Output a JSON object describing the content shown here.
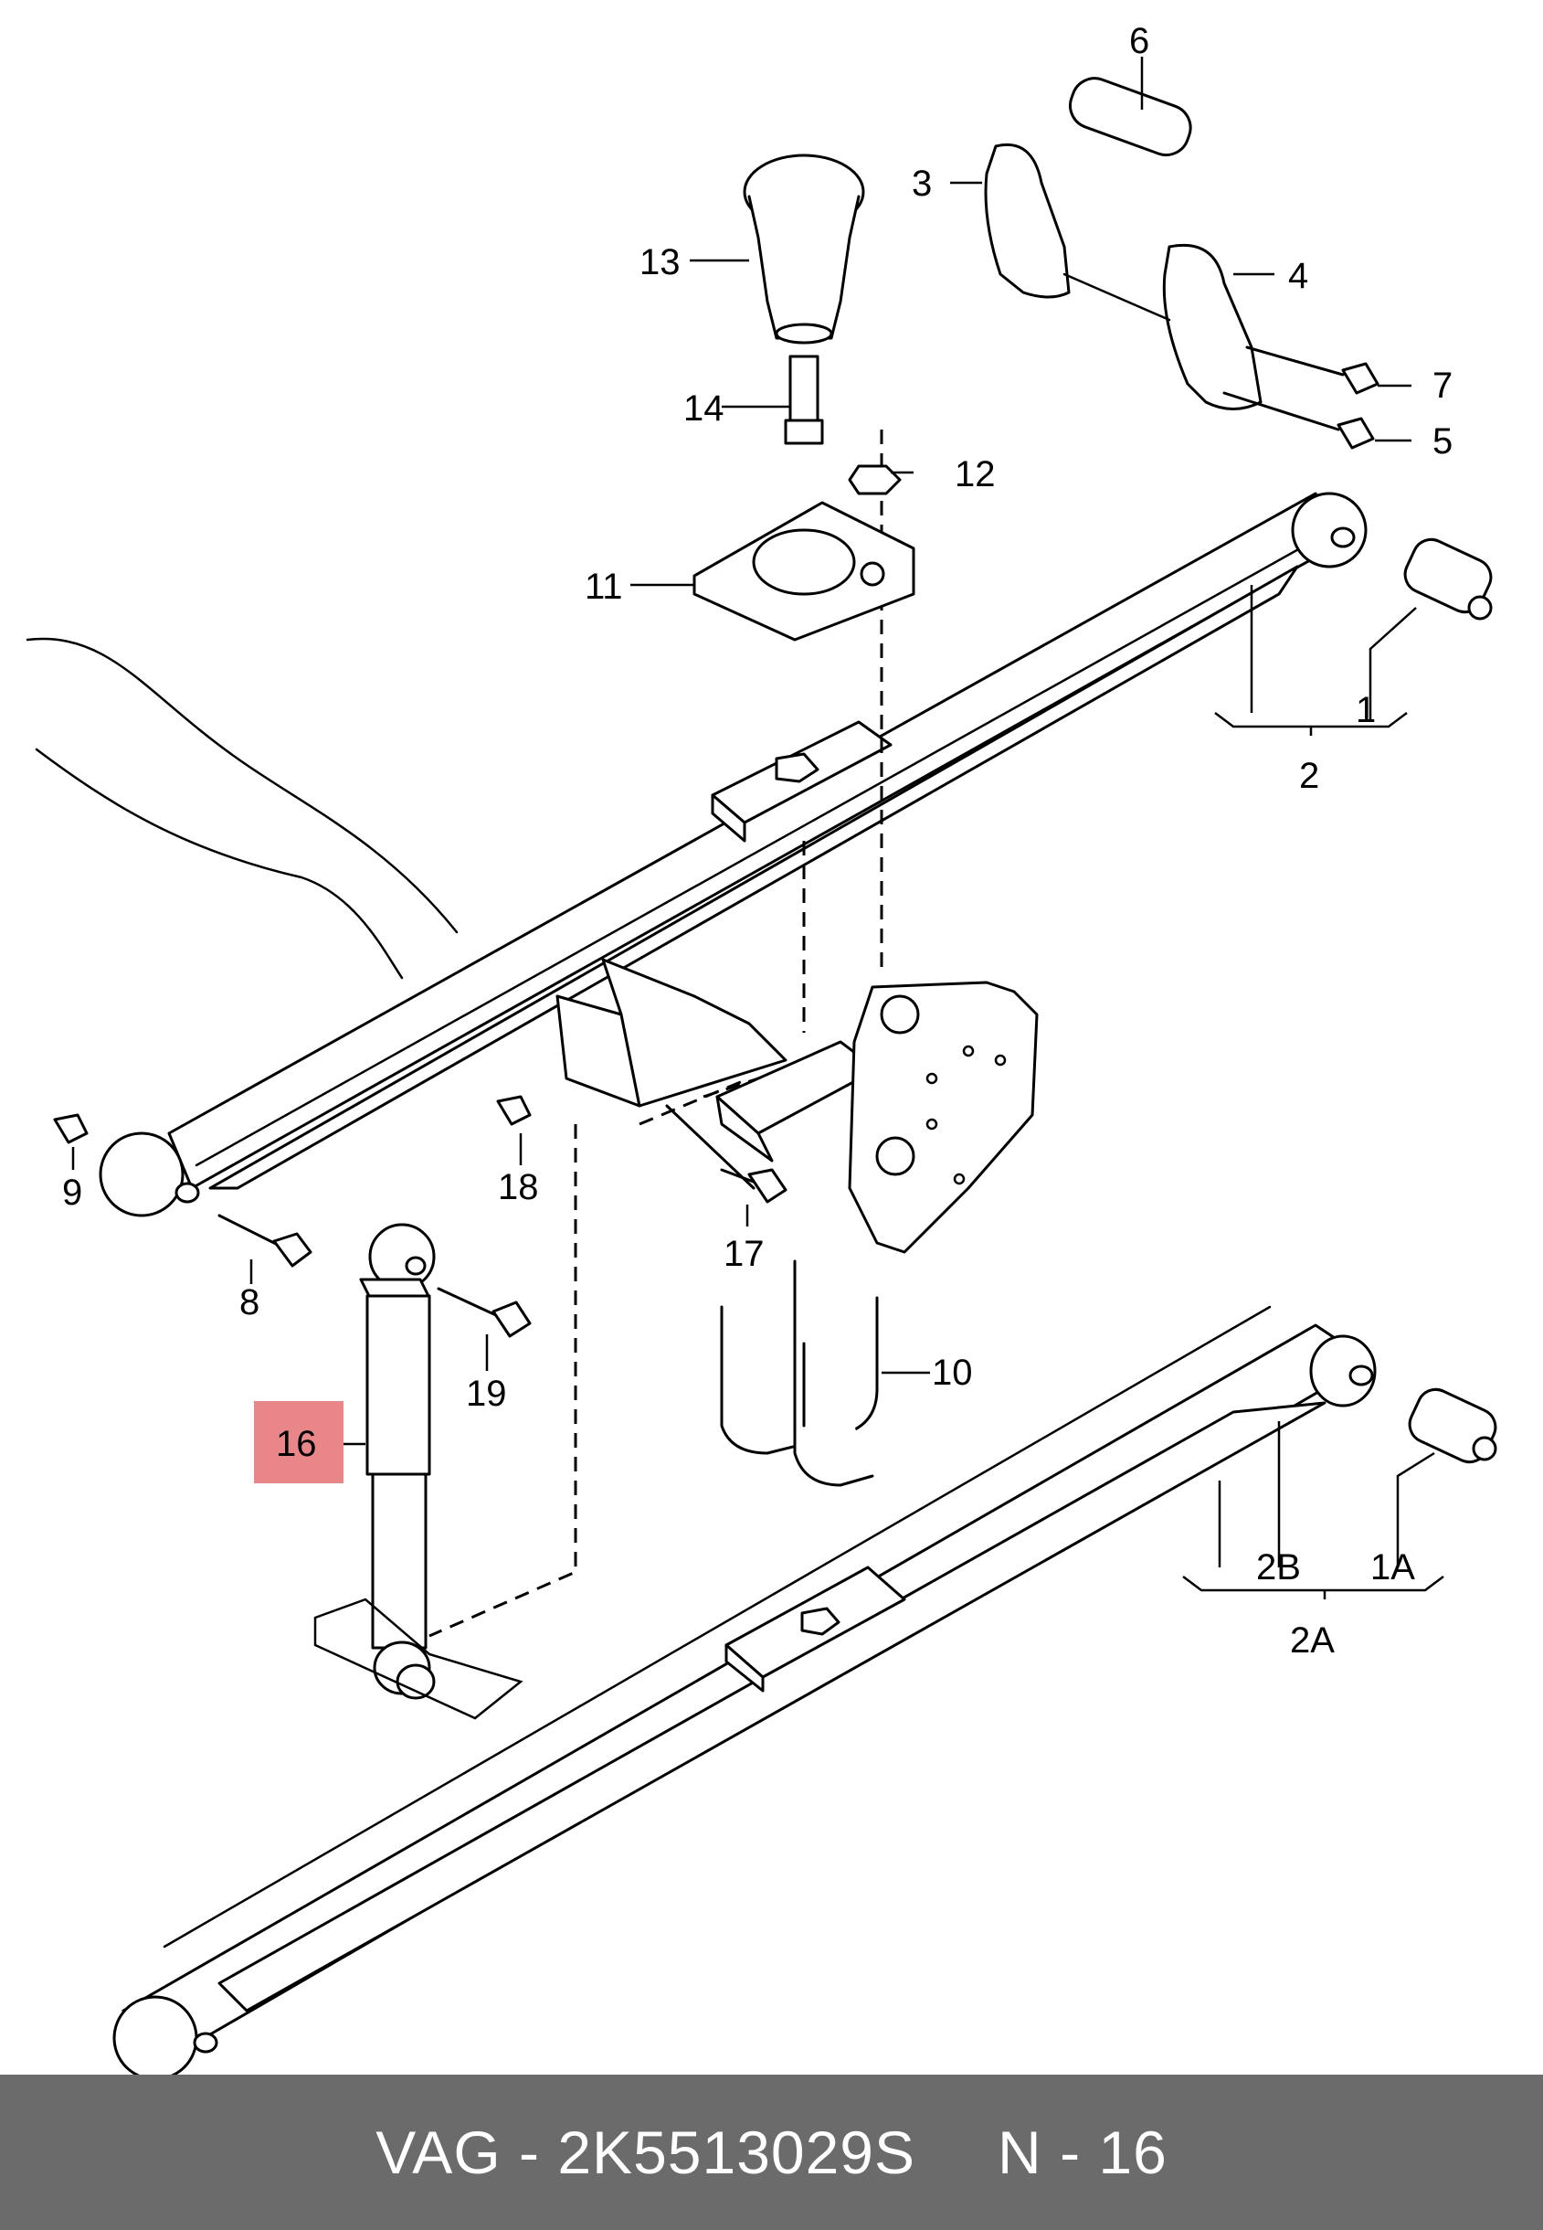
{
  "labels": {
    "l1": "1",
    "l1a": "1A",
    "l2": "2",
    "l2a": "2A",
    "l2b": "2B",
    "l3": "3",
    "l4": "4",
    "l5": "5",
    "l6": "6",
    "l7": "7",
    "l8": "8",
    "l9": "9",
    "l10": "10",
    "l11": "11",
    "l12": "12",
    "l13": "13",
    "l14": "14",
    "l16": "16",
    "l17": "17",
    "l18": "18",
    "l19": "19"
  },
  "highlight_color": "#e8868a",
  "footer": {
    "brand": "VAG",
    "separator": "-",
    "part_number": "2K5513029S",
    "ref_prefix": "N",
    "ref_number": "16"
  }
}
